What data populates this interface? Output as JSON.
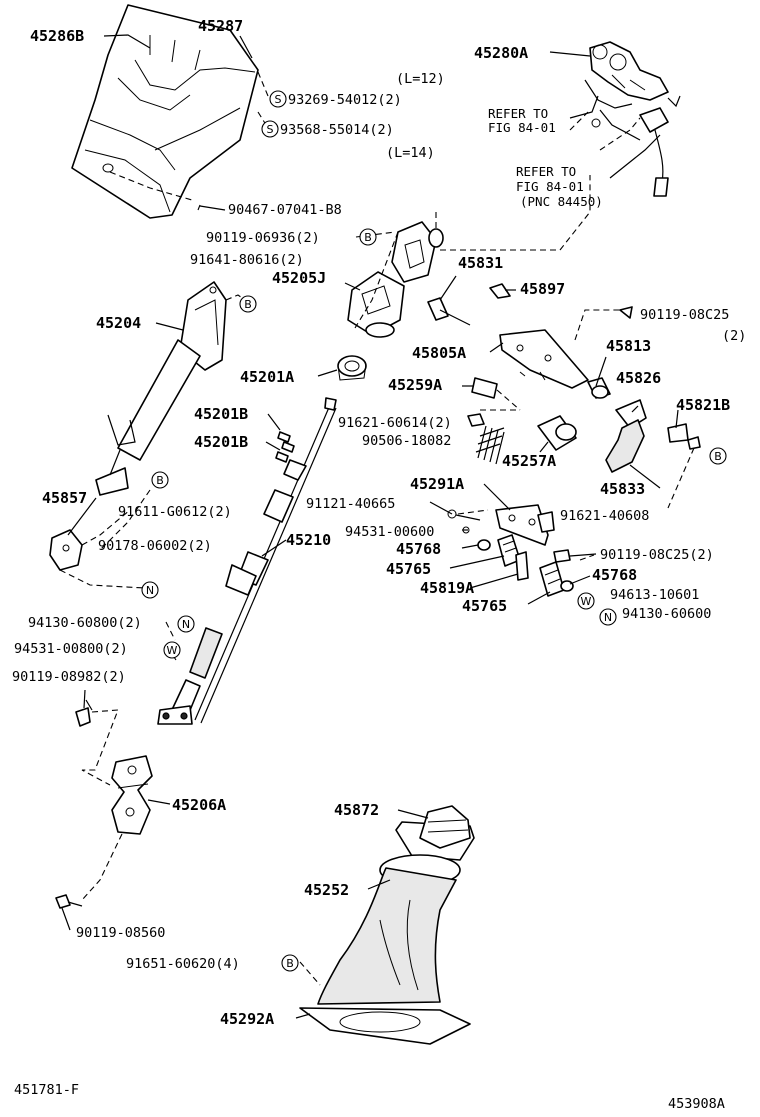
{
  "labels": {
    "p45286B": "45286B",
    "p45287": "45287",
    "p45280A": "45280A",
    "l12": "(L=12)",
    "p93269": "93269-54012(2)",
    "p93568": "93568-55014(2)",
    "l14": "(L=14)",
    "refer1a": "REFER TO",
    "refer1b": "FIG 84-01",
    "refer2a": "REFER TO",
    "refer2b": "FIG 84-01",
    "refer2c": "(PNC 84450)",
    "p90467": "90467-07041-B8",
    "p90119_06936": "90119-06936(2)",
    "p91641": "91641-80616(2)",
    "p45205J": "45205J",
    "p45831": "45831",
    "p45897": "45897",
    "p90119_08C25a": "90119-08C25",
    "qty2": "(2)",
    "p45204": "45204",
    "p45805A": "45805A",
    "p45813": "45813",
    "p45201A": "45201A",
    "p45259A": "45259A",
    "p45826": "45826",
    "p45821B": "45821B",
    "p45201B_1": "45201B",
    "p91621_60614": "91621-60614(2)",
    "p45201B_2": "45201B",
    "p90506": "90506-18082",
    "p45257A": "45257A",
    "p45833": "45833",
    "p45857": "45857",
    "p91611": "91611-G0612(2)",
    "p45291A": "45291A",
    "p91621_40608": "91621-40608",
    "p91121": "91121-40665",
    "p94531_00600": "94531-00600",
    "p90178": "90178-06002(2)",
    "p45210": "45210",
    "p45768a": "45768",
    "p90119_08C25b": "90119-08C25(2)",
    "p45765a": "45765",
    "p45768b": "45768",
    "p45819A": "45819A",
    "p94613": "94613-10601",
    "p45765b": "45765",
    "p94130_60600": "94130-60600",
    "p94130_60800": "94130-60800(2)",
    "p94531_00800": "94531-00800(2)",
    "p90119_08982": "90119-08982(2)",
    "p45206A": "45206A",
    "p45872": "45872",
    "p45252": "45252",
    "p90119_08560": "90119-08560",
    "p91651": "91651-60620(4)",
    "p45292A": "45292A",
    "footer_left": "451781-F",
    "footer_right": "453908A"
  },
  "marks": {
    "S": "S",
    "B": "B",
    "N": "N",
    "W": "W"
  }
}
